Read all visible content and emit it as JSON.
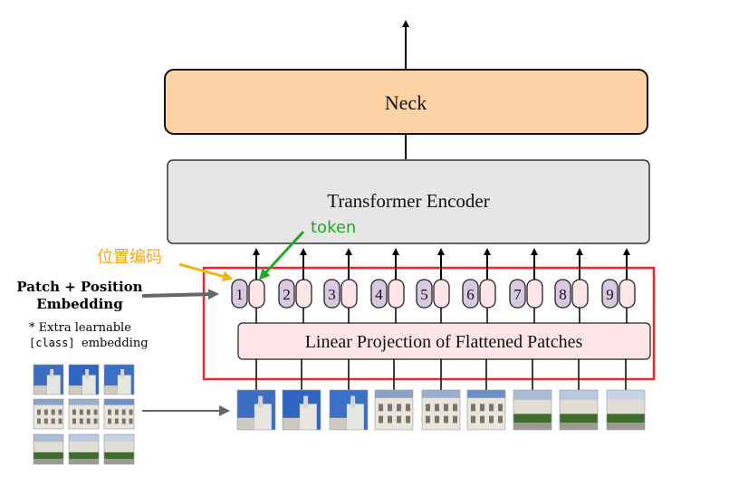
{
  "neck": {
    "label": "Neck"
  },
  "encoder": {
    "label": "Transformer Encoder"
  },
  "projection": {
    "label": "Linear Projection of Flattened Patches"
  },
  "annotations": {
    "token": "token",
    "position_encoding": "位置编码",
    "patch_position_line1": "Patch + Position",
    "patch_position_line2": "Embedding",
    "extra_prefix": "* Extra learnable",
    "extra_code": "[class]",
    "extra_suffix": "embedding"
  },
  "tokens": [
    "1",
    "2",
    "3",
    "4",
    "5",
    "6",
    "7",
    "8",
    "9"
  ],
  "colors": {
    "neck_fill": "#fbd3a5",
    "encoder_fill": "#e6e6e6",
    "projection_fill": "#fde4e6",
    "highlight_frame": "#e8282a",
    "token_fill": "#d8c8e0",
    "pos_fill": "#fde4e6",
    "token_arrow": "#1faa1f",
    "position_arrow": "#f2b51c",
    "position_label": "#f2a71c",
    "embed_arrow": "#666666"
  },
  "icons": {
    "patch_thumbnail": "building-photo-patch"
  }
}
